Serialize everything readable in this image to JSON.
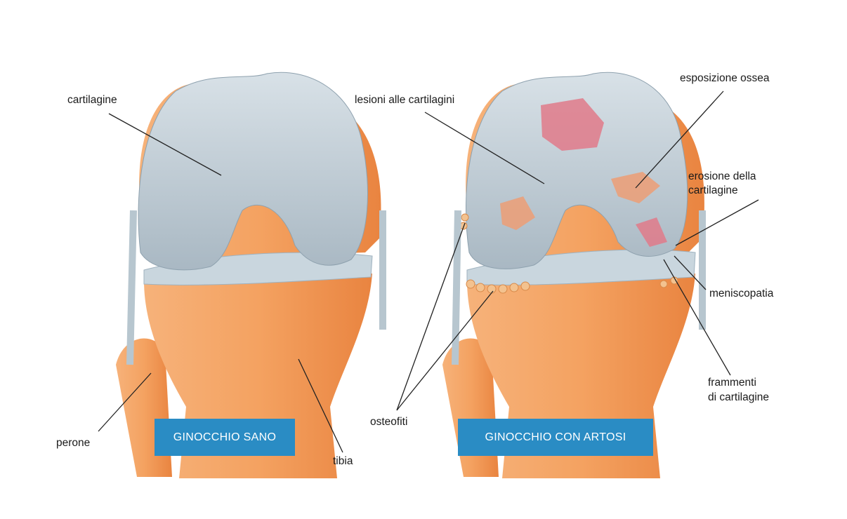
{
  "healthy_knee": {
    "title": "GINOCCHIO SANO",
    "labels": {
      "cartilage": "cartilagine",
      "fibula": "perone",
      "tibia": "tibia"
    }
  },
  "arthritic_knee": {
    "title": "GINOCCHIO CON ARTOSI",
    "labels": {
      "cartilage_lesions": "lesioni alle cartilagini",
      "osteophytes": "osteofiti",
      "bone_exposure": "esposizione ossea",
      "cartilage_erosion_1": "erosione della",
      "cartilage_erosion_2": "cartilagine",
      "meniscopathy": "meniscopatia",
      "fragments_1": "frammenti",
      "fragments_2": "di cartilagine"
    }
  },
  "colors": {
    "bone": "#f29a55",
    "cartilage": "#b9c6cf",
    "badge": "#2a8cc4",
    "lesion": "#e07a8a"
  }
}
